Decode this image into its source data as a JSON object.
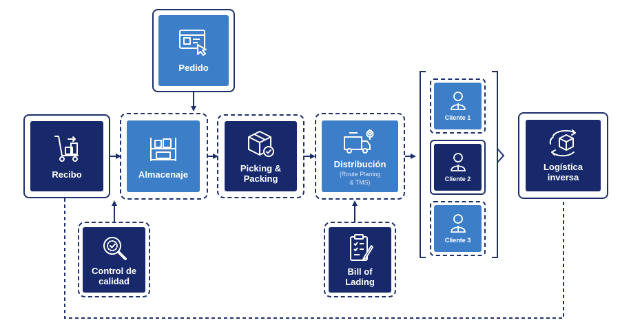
{
  "nodes": {
    "recibo": "Recibo",
    "almacenaje": "Almacenaje",
    "pedido": "Pedido",
    "picking_l1": "Picking &",
    "picking_l2": "Packing",
    "distribucion": "Distribución",
    "distribucion_sub_l1": "(Route Planing",
    "distribucion_sub_l2": "& TMS)",
    "control_l1": "Control de",
    "control_l2": "calidad",
    "bill_l1": "Bill of",
    "bill_l2": "Lading",
    "cliente1": "Cliente 1",
    "cliente2": "Cliente 2",
    "cliente3": "Cliente 3",
    "logistica_l1": "Logística",
    "logistica_l2": "inversa"
  },
  "colors": {
    "navy": "#17296a",
    "blue": "#3d7ec8",
    "line": "#1b2f6b"
  },
  "icons": {
    "recibo": "hand-truck-icon",
    "almacenaje": "warehouse-shelf-icon",
    "pedido": "online-order-icon",
    "picking": "package-check-icon",
    "distribucion": "delivery-truck-pin-icon",
    "control": "quality-magnifier-icon",
    "bill": "clipboard-document-icon",
    "clientes": "person-icon",
    "logistica": "return-box-icon"
  }
}
